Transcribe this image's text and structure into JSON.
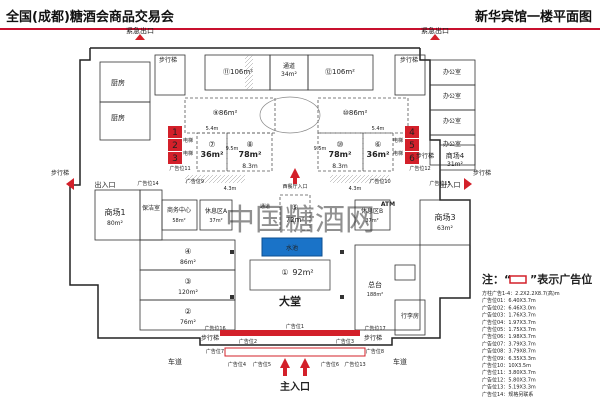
{
  "header": {
    "left_title": "全国(成都)糖酒会商品交易会",
    "right_title": "新华宾馆一楼平面图"
  },
  "exits": {
    "top_left": "紧急出口",
    "top_right": "紧急出口",
    "left_side": "出入口",
    "right_side": "出入口",
    "main": "主入口"
  },
  "stairs": {
    "top_left": "步行梯",
    "top_right": "步行梯",
    "bottom_left": "步行梯",
    "bottom_right": "步行梯",
    "left_side": "步行梯",
    "right_side": "步行梯",
    "right_mid": "步行梯"
  },
  "rooms": {
    "kitchen1": "厨房",
    "kitchen2": "厨房",
    "office1": "办公室",
    "office2": "办公室",
    "office3": "办公室",
    "office4": "办公室",
    "room11": "⑪106m²",
    "room12": "⑫106m²",
    "aisle_top": "通道",
    "aisle_top_area": "34m²",
    "room9": "⑨86m²",
    "room10": "⑩86m²",
    "room7": "⑦",
    "room7_area": "36m²",
    "room8": "⑧",
    "room8_area": "78m²",
    "room10b": "⑩",
    "room10b_area": "78m²",
    "room6": "⑥",
    "room6_area": "36m²",
    "dim_83a": "8.3m",
    "dim_83b": "8.3m",
    "dim_54a": "5.4m",
    "dim_54b": "5.4m",
    "dim_43a": "4.3m",
    "dim_43b": "4.3m",
    "dim_95a": "9.5m",
    "dim_95b": "9.5m",
    "hall4": "商场4",
    "hall4_area": "31m²",
    "hall1": "商场1",
    "hall1_area": "80m²",
    "hall3": "商场3",
    "hall3_area": "63m²",
    "storage": "保洁室",
    "business": "商务中心",
    "business_area": "58m²",
    "restA": "休息区A",
    "restA_area": "37m²",
    "restB": "休息区B",
    "restB_area": "37m²",
    "room5": "⑤",
    "room5_area": "72m²",
    "pool": "水池",
    "room1": "①",
    "room1_area": "92m²",
    "room4": "④",
    "room4_area": "86m²",
    "room3": "③",
    "room3_area": "120m²",
    "room2": "②",
    "room2_area": "76m²",
    "lobby": "大堂",
    "reception": "总台",
    "reception_area": "188m²",
    "atm": "ATM",
    "luggage": "行李房",
    "elevator_l1": "电梯",
    "elevator_l2": "电梯",
    "elevator_r1": "电梯",
    "elevator_r2": "电梯",
    "aisle_mid": "通道",
    "entry_top": "西餐厅入口"
  },
  "ad_labels": {
    "ad1": "广告位1",
    "ad2": "广告位2",
    "ad3": "广告位3",
    "ad4": "广告位4",
    "ad5": "广告位5",
    "ad6": "广告位6",
    "ad7": "广告位7",
    "ad8": "广告位8",
    "ad9": "广告位9",
    "ad10": "广告位10",
    "ad11": "广告位11",
    "ad12": "广告位12",
    "ad13": "广告位13",
    "ad14": "广告位14",
    "ad15": "广告位15",
    "ad16": "广告位16",
    "ad17": "广告位17"
  },
  "parking": {
    "left": "车道",
    "right": "车道"
  },
  "legend": {
    "title_prefix": "注：“",
    "title_suffix": "”表示广告位",
    "rows": [
      "方柱广告1-4：2.2X2.2X8.7(高)m",
      "广告位01：6.40X3.7m",
      "广告位02：6.46X3.0m",
      "广告位03：1.76X3.7m",
      "广告位04：1.97X3.7m",
      "广告位05：1.75X3.7m",
      "广告位06：1.98X3.7m",
      "广告位07：3.79X3.7m",
      "广告位08：3.79X8.7m",
      "广告位09：6.35X3.3m",
      "广告位10：10X3.5m",
      "广告位11：3.80X3.7m",
      "广告位12：5.80X3.7m",
      "广告位13：5.19X3.3m",
      "广告位14：规格另联系"
    ]
  },
  "watermark": "中国糖酒网"
}
